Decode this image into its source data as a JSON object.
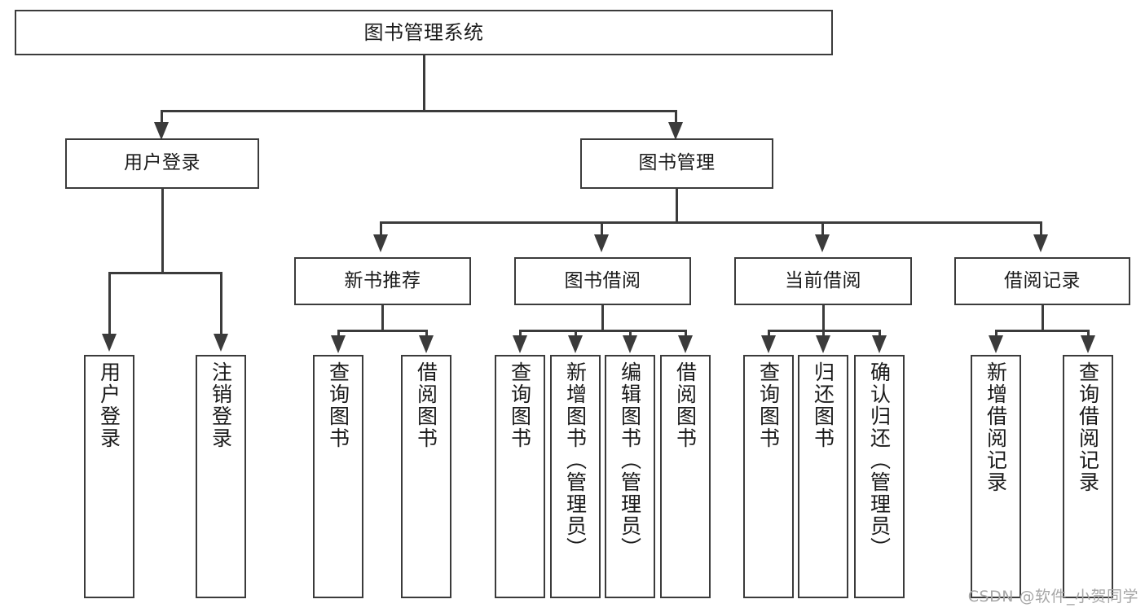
{
  "diagram": {
    "title": "图书管理系统",
    "watermark": "CSDN @软件_小贺同学",
    "line_color": "#3b3b3b",
    "box_fill": "#ffffff",
    "text_color": "#1a1a1a",
    "watermark_color": "#a6a6a6"
  },
  "nodes": {
    "root": {
      "label": "图书管理系统"
    },
    "level2": [
      {
        "label": "用户登录"
      },
      {
        "label": "图书管理"
      }
    ],
    "level3": [
      {
        "label": "新书推荐"
      },
      {
        "label": "图书借阅"
      },
      {
        "label": "当前借阅"
      },
      {
        "label": "借阅记录"
      }
    ],
    "leaves": {
      "user_login": [
        {
          "label": "用户登录"
        },
        {
          "label": "注销登录"
        }
      ],
      "new_book_recommend": [
        {
          "label": "查询图书"
        },
        {
          "label": "借阅图书"
        }
      ],
      "book_borrow": [
        {
          "label": "查询图书"
        },
        {
          "label": "新增图书（管理员）"
        },
        {
          "label": "编辑图书（管理员）"
        },
        {
          "label": "借阅图书"
        }
      ],
      "current_borrow": [
        {
          "label": "查询图书"
        },
        {
          "label": "归还图书"
        },
        {
          "label": "确认归还（管理员）"
        }
      ],
      "borrow_record": [
        {
          "label": "新增借阅记录"
        },
        {
          "label": "查询借阅记录"
        }
      ]
    }
  }
}
